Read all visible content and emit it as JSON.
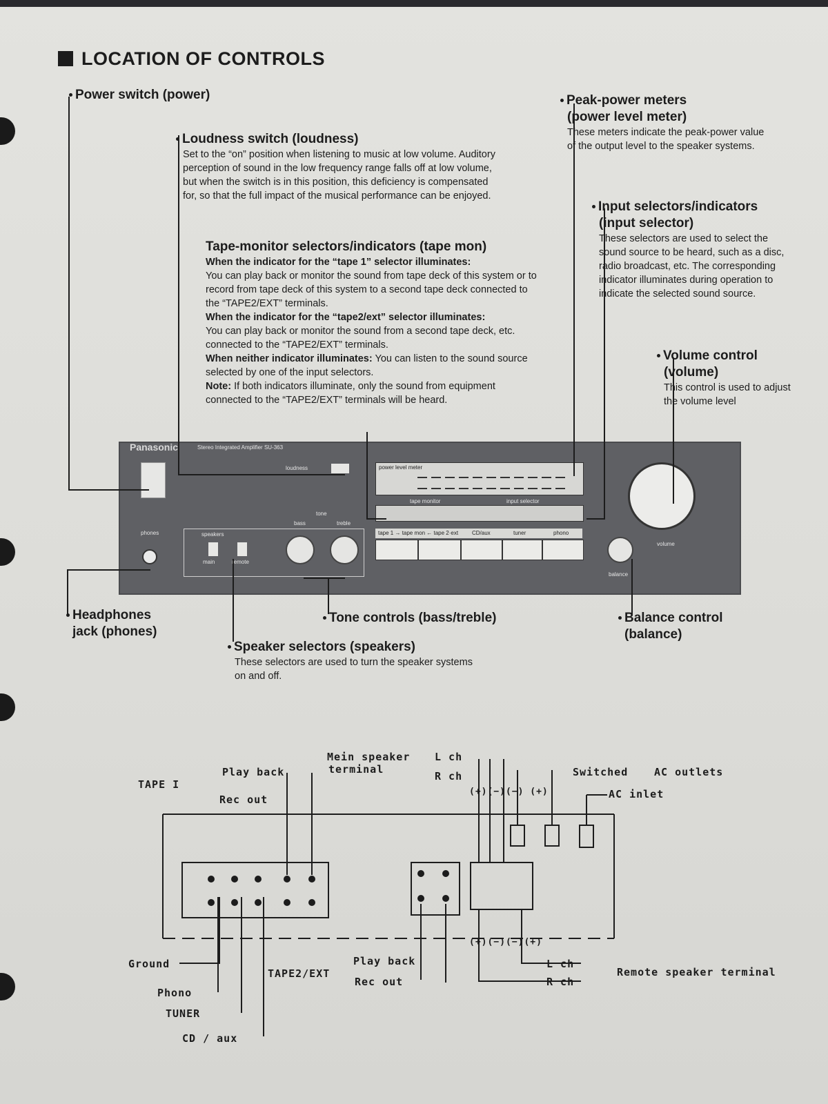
{
  "section_title": "LOCATION OF CONTROLS",
  "power_switch": {
    "heading": "Power switch (power)"
  },
  "loudness": {
    "heading": "Loudness switch (loudness)",
    "text": "Set to the “on” position when listening to music at low volume. Auditory perception of sound in the low frequency range falls off at low volume, but when the switch is in this position, this deficiency is compensated for, so that the full impact of the musical performance can be enjoyed."
  },
  "tape_monitor": {
    "heading": "Tape-monitor selectors/indicators (tape mon)",
    "lead1": "When the indicator for the “tape 1” selector illuminates:",
    "text1": "You can play back or monitor the sound from tape deck of this system or to record from tape deck of this system to a second tape deck connected to the “TAPE2/EXT” terminals.",
    "lead2": "When the indicator for the “tape2/ext” selector illuminates:",
    "text2": "You can play back or monitor the sound from a second tape deck, etc. connected to the “TAPE2/EXT” terminals.",
    "lead3": "When neither indicator illuminates:",
    "text3": "You can listen to the sound source selected by one of the input selectors.",
    "lead4": "Note:",
    "text4": "If both indicators illuminate, only the sound from equipment connected to the “TAPE2/EXT” terminals will be heard."
  },
  "peak_meters": {
    "heading1": "Peak-power meters",
    "heading2": "(power level meter)",
    "text": "These meters indicate the peak-power value of the output level to the speaker systems."
  },
  "input_selectors": {
    "heading1": "Input selectors/indicators",
    "heading2": "(input selector)",
    "text": "These selectors are used to select the sound source to be heard, such as a disc, radio broadcast, etc. The corresponding indicator illuminates during operation to indicate the selected sound source."
  },
  "volume": {
    "heading1": "Volume control",
    "heading2": "(volume)",
    "text": "This control is used to adjust the volume level"
  },
  "headphones": {
    "heading1": "Headphones",
    "heading2": "jack (phones)"
  },
  "tone": {
    "heading": "Tone controls (bass/treble)"
  },
  "balance": {
    "heading1": "Balance control",
    "heading2": "(balance)"
  },
  "speakers": {
    "heading": "Speaker selectors (speakers)",
    "text": "These selectors are used to turn the speaker systems on and off."
  },
  "panel": {
    "brand": "Panasonic",
    "model": "Stereo Integrated Amplifier  SU-363",
    "meter_label": "power level meter",
    "tape_monitor_label": "tape monitor",
    "input_selector_label": "input selector",
    "buttons": [
      "tape 1 → tape mon ← tape 2·ext",
      "CD/aux",
      "tuner",
      "phono"
    ],
    "phones_label": "phones",
    "loudness_label": "loudness",
    "tone_label": "tone",
    "bass_label": "bass",
    "treble_label": "treble",
    "speakers_label": "speakers",
    "main_label": "main",
    "remote_label": "remote",
    "volume_label": "volume",
    "balance_label": "balance"
  },
  "rear": {
    "tape1": "TAPE I",
    "playback": "Play back",
    "recout": "Rec out",
    "main_speaker1": "Mein speaker",
    "main_speaker2": "terminal",
    "lch": "L ch",
    "rch": "R ch",
    "polarity_top": "(+)(−)(−)  (+)",
    "polarity_bottom": "(+)(−)(−)(+)",
    "switched": "Switched",
    "ac_outlets": "AC  outlets",
    "ac_inlet": "AC  inlet",
    "ground": "Ground",
    "phono": "Phono",
    "tuner": "TUNER",
    "cdaux": "CD / aux",
    "tape2ext": "TAPE2/EXT",
    "remote_speaker": "Remote  speaker  terminal"
  }
}
